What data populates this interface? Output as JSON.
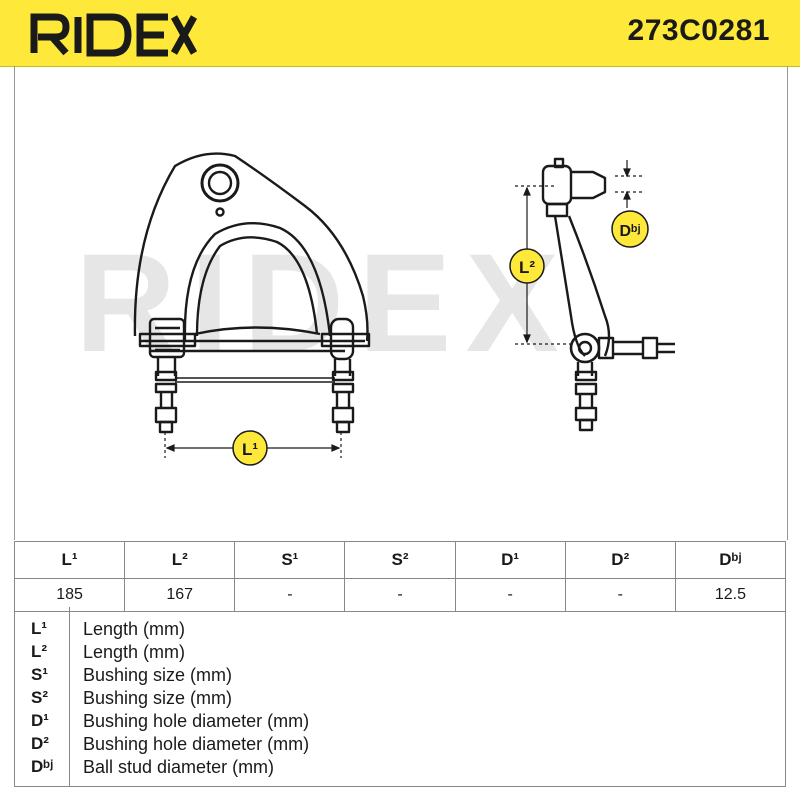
{
  "header": {
    "brand": "RIDEX",
    "part_number": "273C0281",
    "background_color": "#fee93a"
  },
  "drawing": {
    "watermark": "RIDEX",
    "label_l1": "L¹",
    "label_l2": "L²",
    "label_dbj": "Dᵇʲ"
  },
  "specs_table": {
    "headers": [
      "L¹",
      "L²",
      "S¹",
      "S²",
      "D¹",
      "D²",
      "Dᵇʲ"
    ],
    "values": [
      "185",
      "167",
      "-",
      "-",
      "-",
      "-",
      "12.5"
    ]
  },
  "legend": [
    {
      "code": "L¹",
      "desc": "Length (mm)"
    },
    {
      "code": "L²",
      "desc": "Length (mm)"
    },
    {
      "code": "S¹",
      "desc": "Bushing size (mm)"
    },
    {
      "code": "S²",
      "desc": "Bushing size (mm)"
    },
    {
      "code": "D¹",
      "desc": "Bushing hole diameter (mm)"
    },
    {
      "code": "D²",
      "desc": "Bushing hole diameter (mm)"
    },
    {
      "code": "Dᵇʲ",
      "desc": "Ball stud diameter (mm)"
    }
  ],
  "colors": {
    "accent": "#fee93a",
    "ink": "#1a1a1a"
  }
}
